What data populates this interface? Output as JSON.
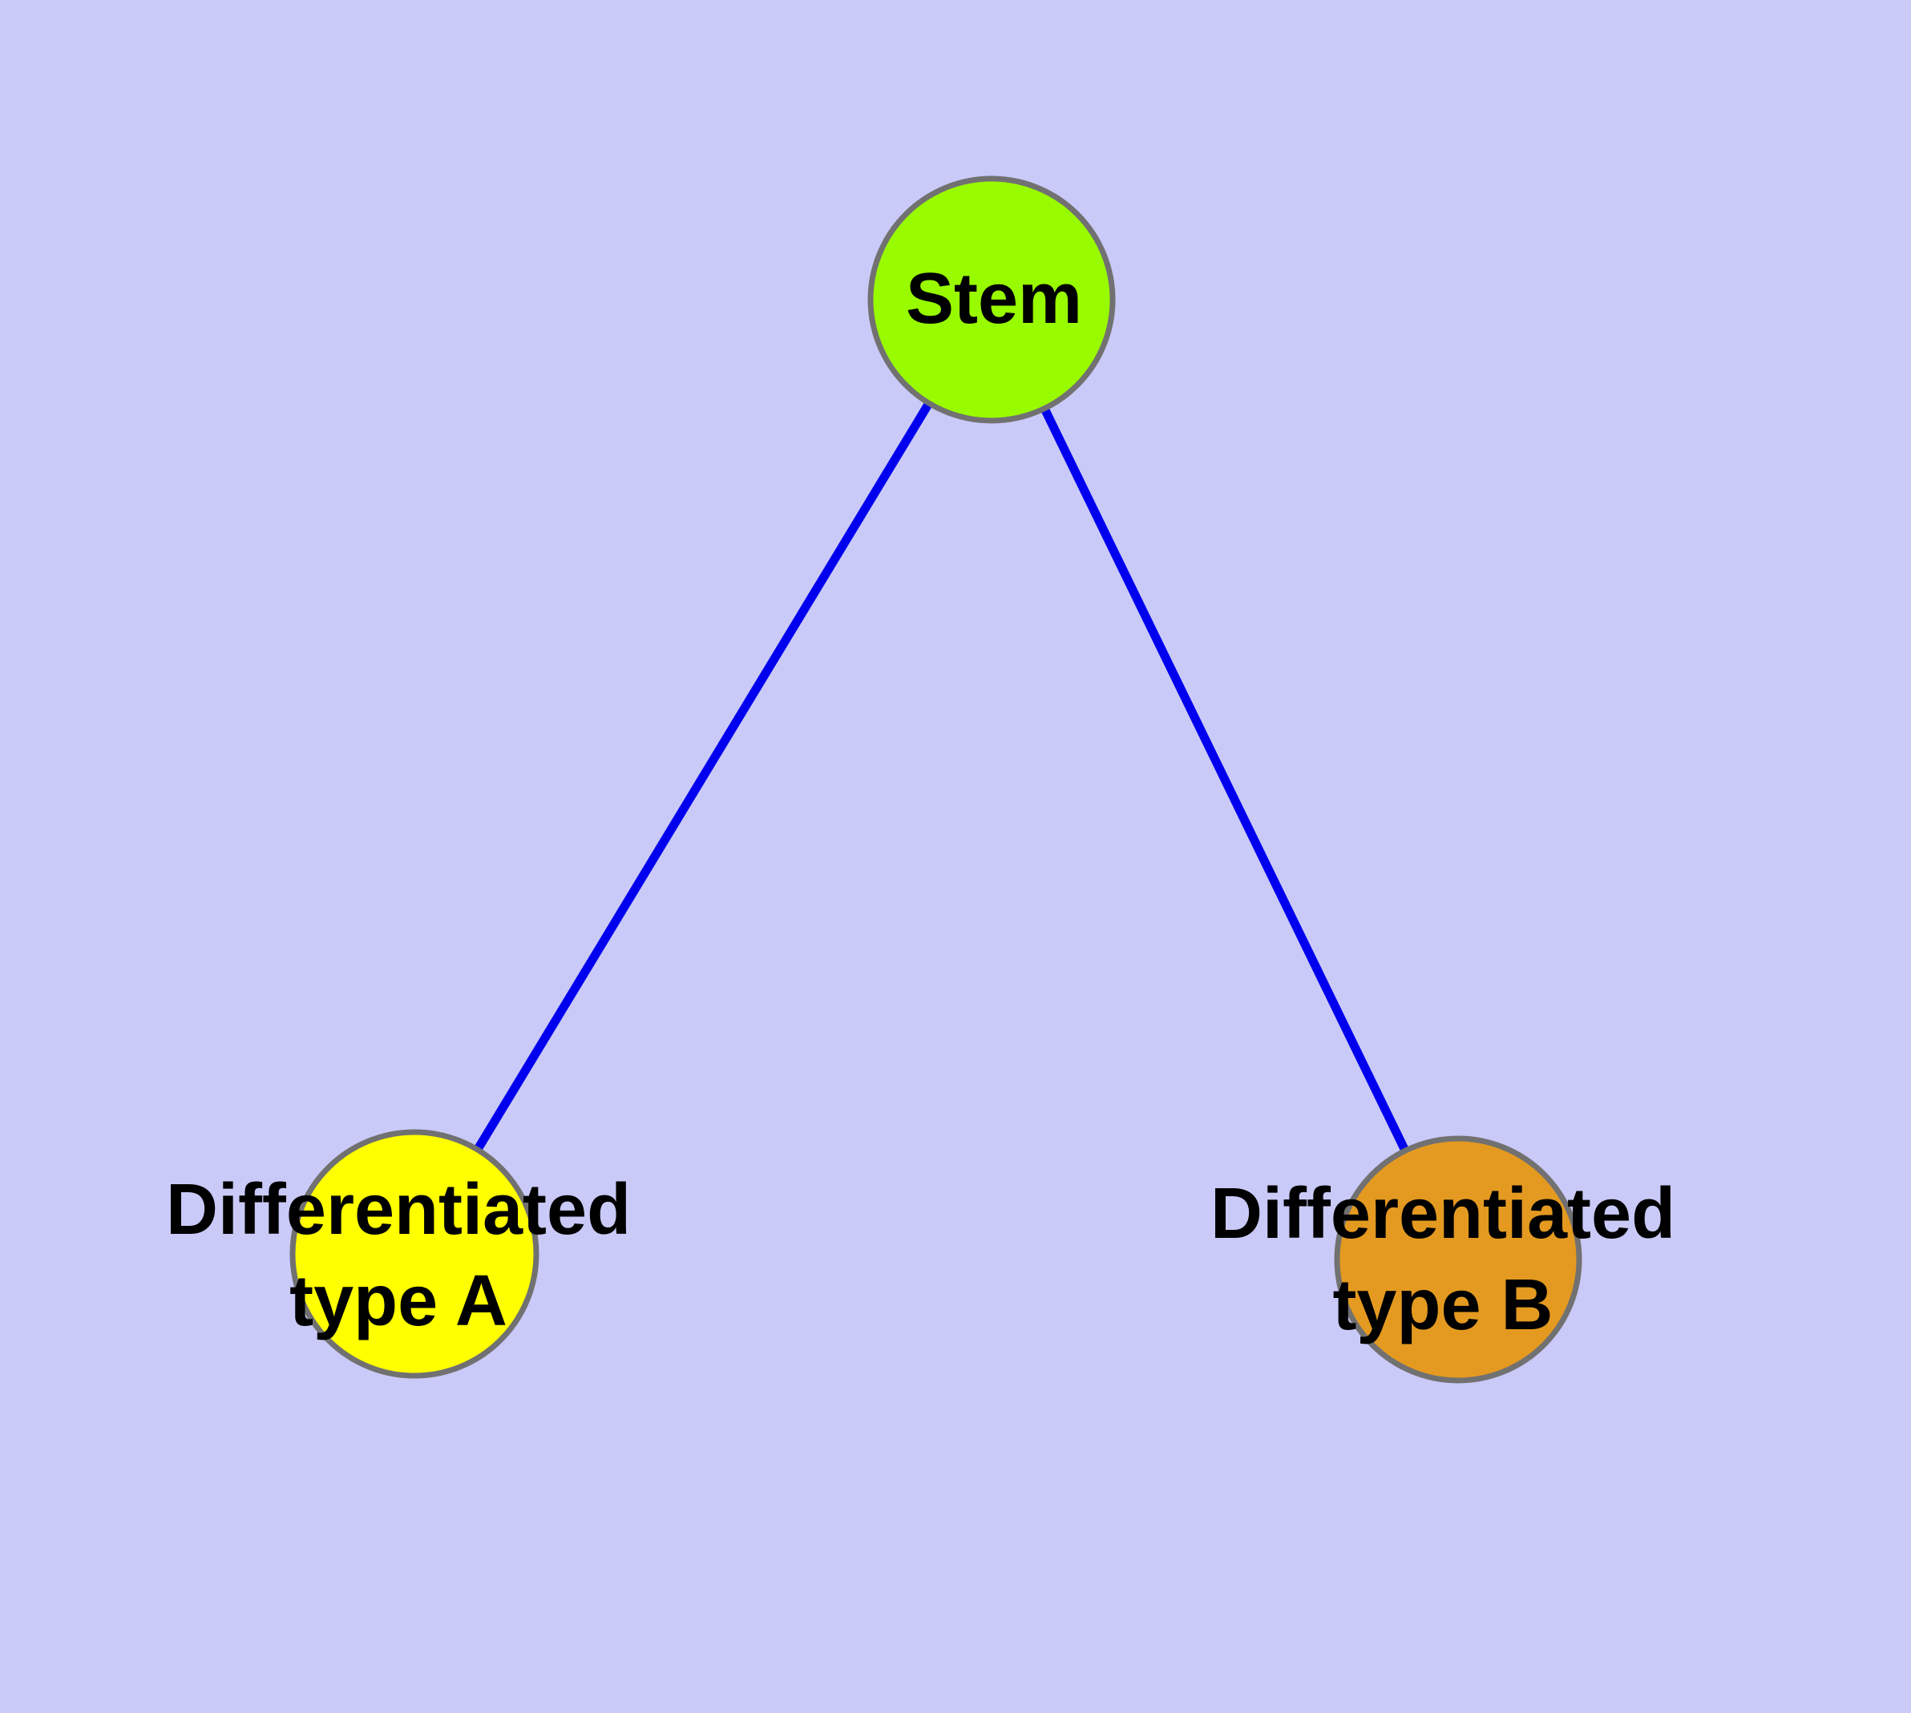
{
  "canvas": {
    "background_color": "#CACAF8"
  },
  "edges": {
    "color": "#0000EE"
  },
  "nodes": {
    "stem": {
      "label": "Stem",
      "fill": "#99FB00",
      "border": "#717171"
    },
    "type_a": {
      "label_line1": "Differentiated",
      "label_line2": "type A",
      "fill": "#FFFF00",
      "border": "#717171"
    },
    "type_b": {
      "label_line1": "Differentiated",
      "label_line2": "type B",
      "fill": "#E49A20",
      "border": "#717171"
    }
  },
  "text_color": "#000000"
}
